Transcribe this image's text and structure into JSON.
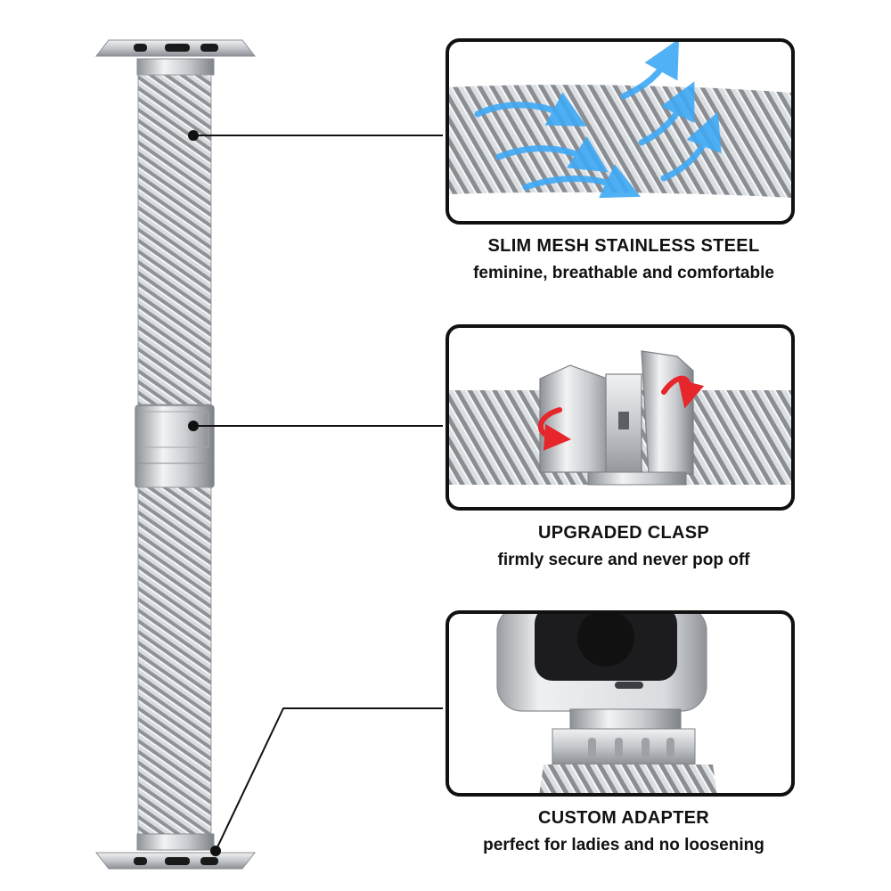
{
  "features": [
    {
      "title": "SLIM MESH STAINLESS STEEL",
      "subtitle": "feminine, breathable and comfortable"
    },
    {
      "title": "UPGRADED CLASP",
      "subtitle": "firmly secure and never pop off"
    },
    {
      "title": "CUSTOM ADAPTER",
      "subtitle": "perfect for ladies and no loosening"
    }
  ],
  "colors": {
    "steel_light": "#e4e6e8",
    "steel_mid": "#b9bcc0",
    "steel_dark": "#7d8186",
    "outline": "#111111",
    "air_arrow": "#3fa9f5",
    "turn_arrow": "#e6262b"
  },
  "icons": [
    "breathable-air-arrow-icon",
    "clasp-rotate-arrow-icon"
  ]
}
